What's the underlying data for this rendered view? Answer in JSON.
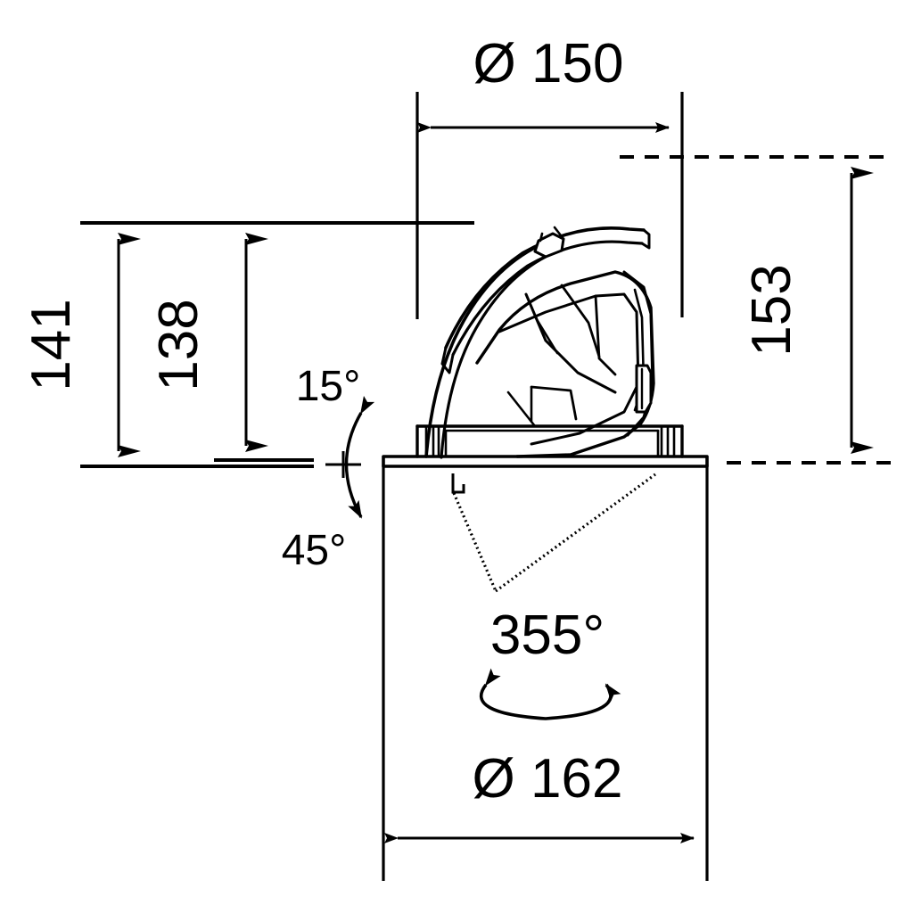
{
  "drawing": {
    "title": "Recessed adjustable spotlight - dimensioned side view",
    "units": "mm",
    "line_color": "#000000",
    "background_color": "#ffffff"
  },
  "dimensions": {
    "top_diameter": {
      "label": "Ø 150",
      "name": "recess-cutout-diameter",
      "value": 150,
      "symbol": "Ø",
      "orientation": "horizontal"
    },
    "height_overall": {
      "label": "141",
      "name": "overall-height",
      "value": 141,
      "orientation": "vertical-rotated"
    },
    "height_recess": {
      "label": "138",
      "name": "recess-depth",
      "value": 138,
      "orientation": "vertical-rotated"
    },
    "height_right": {
      "label": "153",
      "name": "tilted-height",
      "value": 153,
      "orientation": "vertical-rotated"
    },
    "bottom_diameter": {
      "label": "Ø 162",
      "name": "flange-diameter",
      "value": 162,
      "symbol": "Ø",
      "orientation": "horizontal"
    }
  },
  "angles": {
    "tilt_min": {
      "label": "15°",
      "name": "tilt-angle-min",
      "value": 15
    },
    "tilt_max": {
      "label": "45°",
      "name": "tilt-angle-max",
      "value": 45
    },
    "rotation": {
      "label": "355°",
      "name": "rotation-angle",
      "value": 355
    }
  },
  "chart_data": {
    "type": "table",
    "title": "Luminaire dimensions",
    "categories": [
      "Ø 150",
      "141",
      "138",
      "153",
      "15°",
      "45°",
      "355°",
      "Ø 162"
    ],
    "values": [
      150,
      141,
      138,
      153,
      15,
      45,
      355,
      162
    ]
  }
}
